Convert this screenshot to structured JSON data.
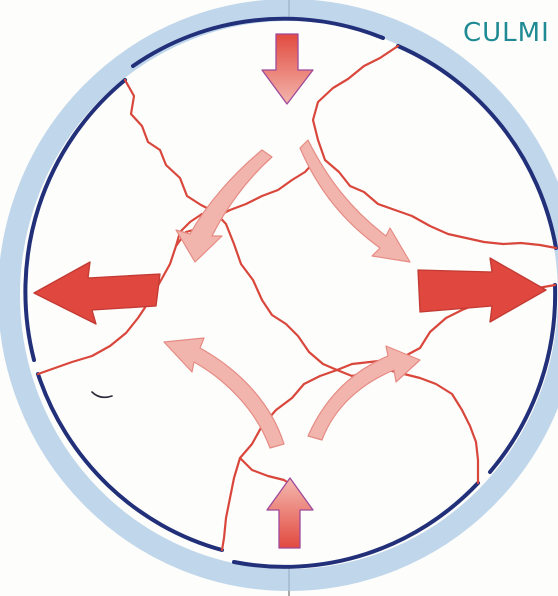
{
  "heading": "CULMI",
  "colors": {
    "outline": "#22307a",
    "halo": "#a9c8e6",
    "crack": "#d9473c",
    "arrow_strong": "#e0473e",
    "arrow_soft": "#f2b5ad",
    "heading": "#1f8a93"
  },
  "arrows": {
    "push_in": [
      "top",
      "bottom"
    ],
    "pull_out": [
      "left",
      "right"
    ]
  }
}
